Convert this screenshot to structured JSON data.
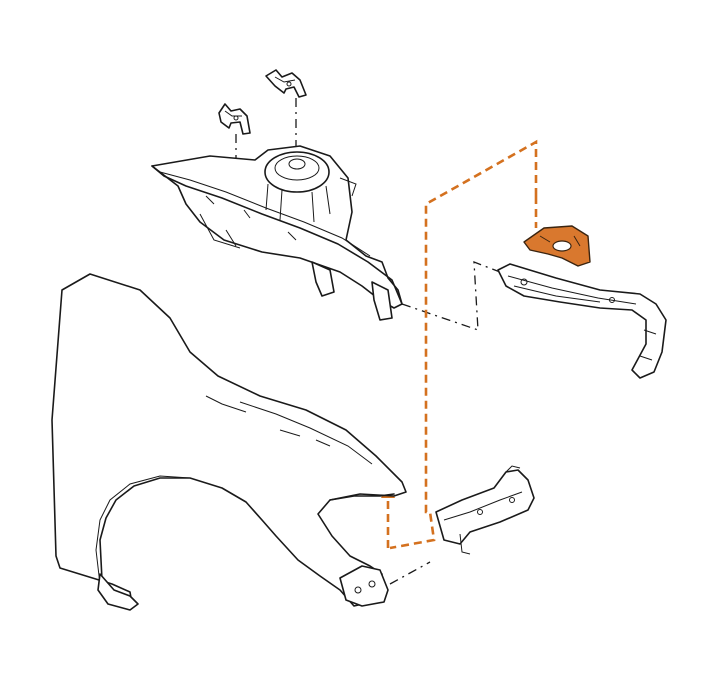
{
  "diagram": {
    "parts": [
      {
        "name": "upper-bracket-left"
      },
      {
        "name": "upper-bracket-right"
      },
      {
        "name": "strut-tower-assembly"
      },
      {
        "name": "highlighted-bracket"
      },
      {
        "name": "upper-apron-reinforcement"
      },
      {
        "name": "front-fender"
      },
      {
        "name": "lower-fender-bracket"
      },
      {
        "name": "front-pillar-bracket"
      }
    ],
    "colors": {
      "line": "#1a1a1a",
      "highlight": "#d4711f",
      "highlight_fill": "#d9782e",
      "background": "#ffffff"
    }
  }
}
